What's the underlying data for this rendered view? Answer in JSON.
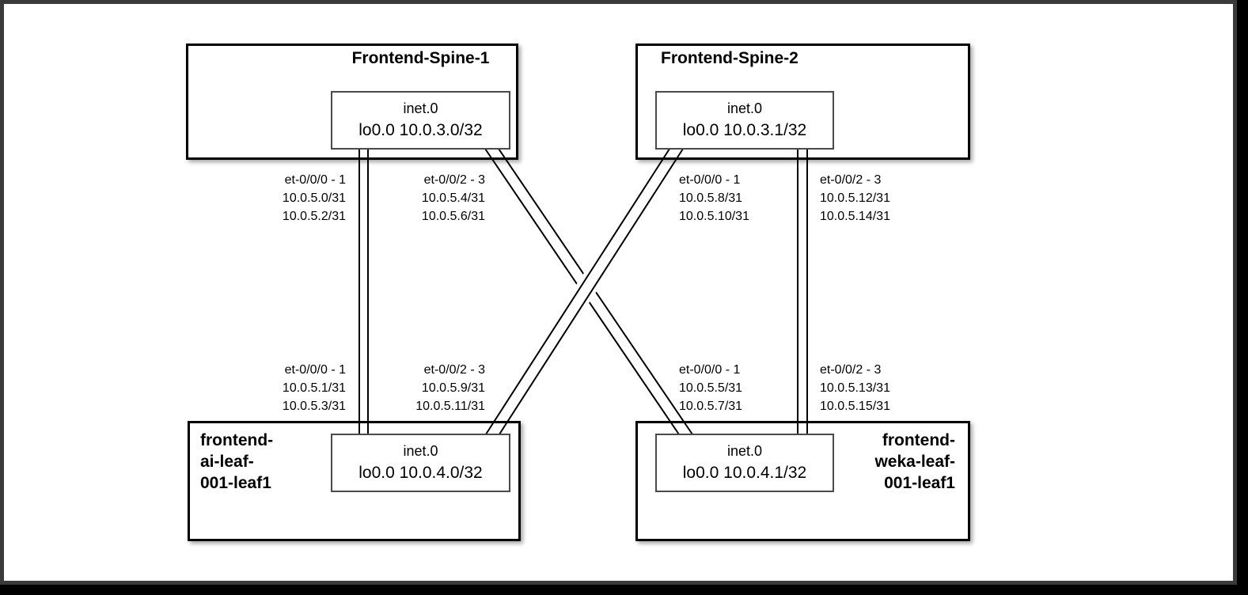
{
  "nodes": {
    "spine1": {
      "title": "Frontend-Spine-1",
      "table": "inet.0",
      "loopback": "lo0.0 10.0.3.0/32"
    },
    "spine2": {
      "title": "Frontend-Spine-2",
      "table": "inet.0",
      "loopback": "lo0.0 10.0.3.1/32"
    },
    "ai_leaf": {
      "title_line1": "frontend-",
      "title_line2": "ai-leaf-",
      "title_line3": "001-leaf1",
      "table": "inet.0",
      "loopback": "lo0.0 10.0.4.0/32"
    },
    "weka_leaf": {
      "title_line1": "frontend-",
      "title_line2": "weka-leaf-",
      "title_line3": "001-leaf1",
      "table": "inet.0",
      "loopback": "lo0.0 10.0.4.1/32"
    }
  },
  "port_labels": {
    "spine1_left": {
      "interface": "et-0/0/0 - 1",
      "subnet1": "10.0.5.0/31",
      "subnet2": "10.0.5.2/31"
    },
    "spine1_right": {
      "interface": "et-0/0/2 - 3",
      "subnet1": "10.0.5.4/31",
      "subnet2": "10.0.5.6/31"
    },
    "spine2_left": {
      "interface": "et-0/0/0 - 1",
      "subnet1": "10.0.5.8/31",
      "subnet2": "10.0.5.10/31"
    },
    "spine2_right": {
      "interface": "et-0/0/2 - 3",
      "subnet1": "10.0.5.12/31",
      "subnet2": "10.0.5.14/31"
    },
    "ai_left": {
      "interface": "et-0/0/0 - 1",
      "subnet1": "10.0.5.1/31",
      "subnet2": "10.0.5.3/31"
    },
    "ai_right": {
      "interface": "et-0/0/2 - 3",
      "subnet1": "10.0.5.9/31",
      "subnet2": "10.0.5.11/31"
    },
    "weka_left": {
      "interface": "et-0/0/0 - 1",
      "subnet1": "10.0.5.5/31",
      "subnet2": "10.0.5.7/31"
    },
    "weka_right": {
      "interface": "et-0/0/2 - 3",
      "subnet1": "10.0.5.13/31",
      "subnet2": "10.0.5.15/31"
    }
  },
  "colors": {
    "background": "#ffffff",
    "line": "#000000",
    "node_border": "#000000",
    "route_table_border": "#4a4a4a",
    "frame_border": "#3a3a3a",
    "frame_background": "#000000"
  }
}
